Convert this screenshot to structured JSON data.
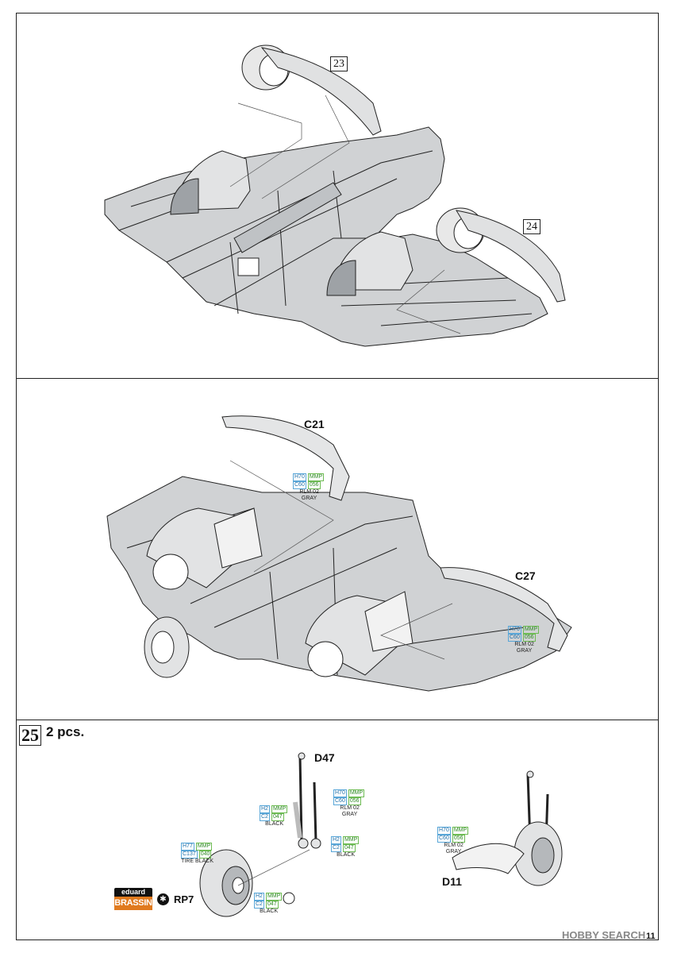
{
  "steps": {
    "step23": {
      "number": "23"
    },
    "step24": {
      "number": "24"
    },
    "step25": {
      "number": "25",
      "quantity": "2 pcs."
    }
  },
  "parts": {
    "c21": "C21",
    "c27": "C27",
    "d47": "D47",
    "d11": "D11",
    "rp7": "RP7"
  },
  "paint": {
    "c21": {
      "h": "H70",
      "mmp": "MMP",
      "c": "C60",
      "code": "056",
      "name1": "RLM 02",
      "name2": "GRAY"
    },
    "c27": {
      "h": "H70",
      "mmp": "MMP",
      "c": "C60",
      "code": "056",
      "name1": "RLM 02",
      "name2": "GRAY"
    },
    "d47_gray": {
      "h": "H70",
      "mmp": "MMP",
      "c": "C60",
      "code": "056",
      "name1": "RLM 02",
      "name2": "GRAY"
    },
    "d47_black_left": {
      "h": "H2",
      "mmp": "MMP",
      "c": "C2",
      "code": "047",
      "name1": "BLACK"
    },
    "d47_black_right": {
      "h": "H2",
      "mmp": "MMP",
      "c": "C2",
      "code": "047",
      "name1": "BLACK"
    },
    "tire": {
      "h": "H77",
      "mmp": "MMP",
      "c": "C137",
      "code": "040",
      "name1": "TIRE BLACK"
    },
    "hub": {
      "h": "H2",
      "mmp": "MMP",
      "c": "C2",
      "code": "047",
      "name1": "BLACK"
    },
    "d11": {
      "h": "H70",
      "mmp": "MMP",
      "c": "C60",
      "code": "056",
      "name1": "RLM 02",
      "name2": "GRAY"
    }
  },
  "brassin": {
    "top": "eduard",
    "bottom": "BRASSIN"
  },
  "page_number": "11",
  "watermark": "HOBBY SEARCH",
  "colors": {
    "line": "#222222",
    "paint_blue": "#58a6d8",
    "paint_green": "#6dbb53",
    "brassin_orange": "#e07a1e"
  }
}
